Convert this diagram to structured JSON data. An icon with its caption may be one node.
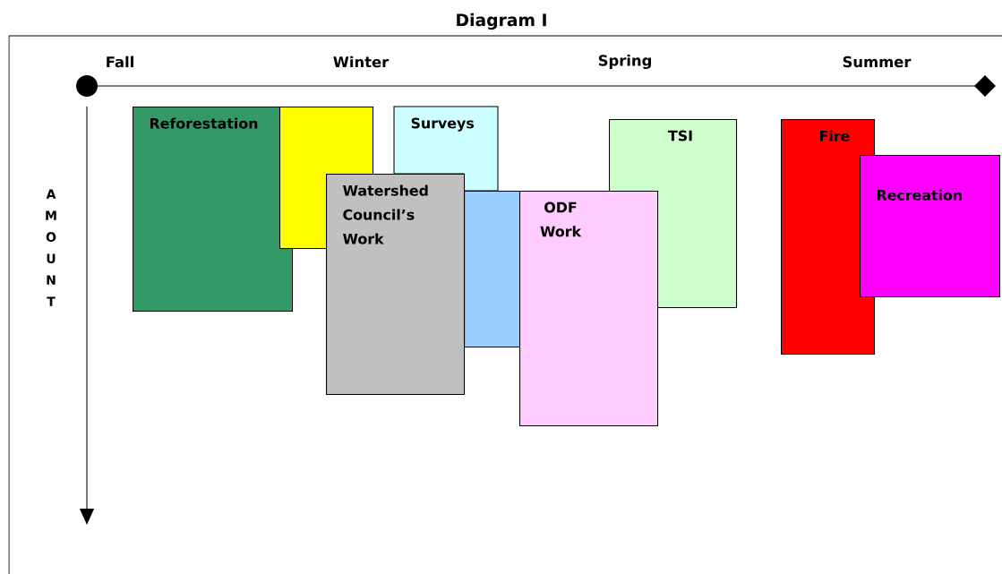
{
  "diagram": {
    "title": "Diagram I",
    "nodes": [
      {
        "text": [
          "Reforestation"
        ]
      },
      {
        "text": [],
        "shape": "box"
      },
      {
        "text": [
          "Surveys"
        ]
      },
      {
        "text": [
          "Watershed Council’s Work"
        ]
      },
      {
        "text": [],
        "shape": "box"
      },
      {
        "text": [
          "ODF Work"
        ]
      },
      {
        "text": [
          "TSI"
        ]
      },
      {
        "text": [
          "Fire"
        ]
      },
      {
        "text": [
          "Recreation"
        ]
      }
    ],
    "labels": [
      "Fall",
      "Winter",
      "Spring",
      "Summer",
      "AMOUNT"
    ]
  }
}
